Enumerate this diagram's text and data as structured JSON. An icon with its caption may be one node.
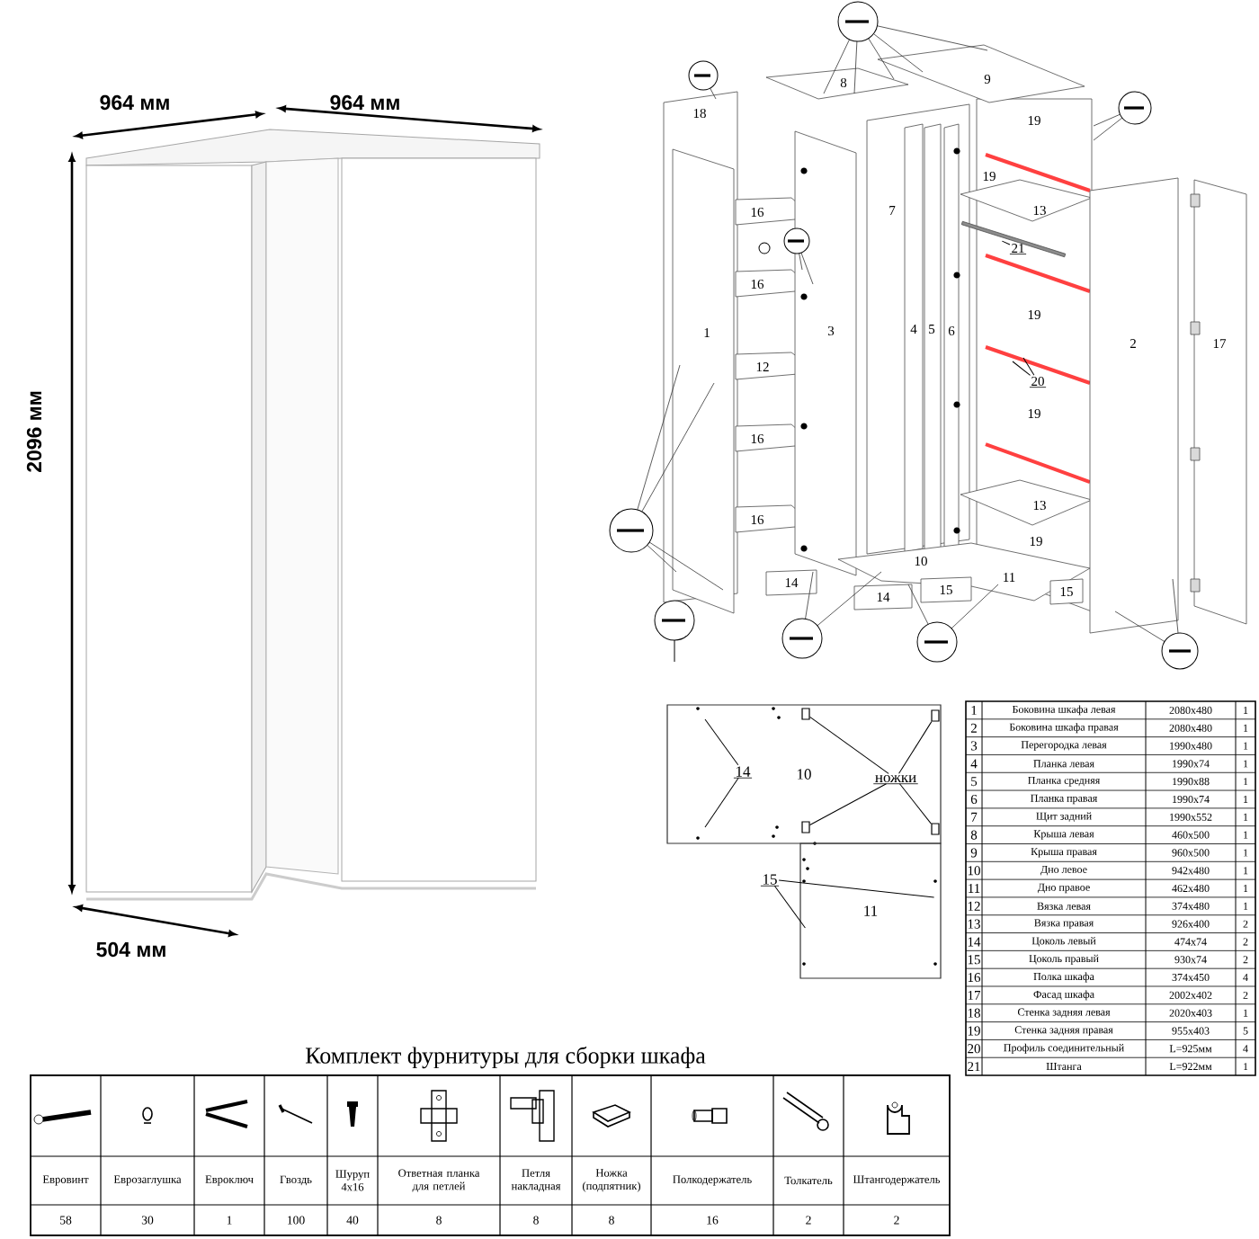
{
  "diagram": {
    "nodes": [
      {
        "text": [
          "21"
        ]
      },
      {
        "text": [
          "20"
        ]
      },
      {
        "text": [
          "10"
        ]
      },
      {
        "text": [
          "14"
        ],
        "in": 2
      },
      {
        "text": [
          "ножки"
        ],
        "in": 2
      },
      {
        "text": [],
        "shape": "box",
        "in": 2
      },
      {
        "text": [],
        "shape": "box",
        "in": 2
      },
      {
        "text": [],
        "shape": "box",
        "in": 2
      },
      {
        "text": [],
        "shape": "box",
        "in": 2
      },
      {
        "text": [
          "11"
        ]
      },
      {
        "text": [
          "15"
        ]
      },
      {
        "text": [],
        "shape": "bar"
      }
    ],
    "edges": [
      {
        "from": 0,
        "to": 11,
        "arrow": "none"
      },
      {
        "from": 1,
        "to": null,
        "arrow": "none"
      },
      {
        "from": 1,
        "to": null,
        "arrow": "none"
      },
      {
        "from": 3,
        "to": null,
        "arrow": "none"
      },
      {
        "from": 3,
        "to": null,
        "arrow": "none"
      },
      {
        "from": 4,
        "to": 5,
        "arrow": "none"
      },
      {
        "from": 4,
        "to": 6,
        "arrow": "none"
      },
      {
        "from": 4,
        "to": 7,
        "arrow": "none"
      },
      {
        "from": 4,
        "to": 8,
        "arrow": "none"
      },
      {
        "from": 10,
        "to": 9,
        "arrow": "none"
      },
      {
        "from": 10,
        "to": 9,
        "arrow": "none"
      }
    ],
    "labels": [
      "964 мм",
      "964 мм",
      "2096 мм",
      "504 мм",
      "8",
      "9",
      "18",
      "19",
      "7",
      "19",
      "16",
      "13",
      "16",
      "1",
      "3",
      "4",
      "5",
      "6",
      "19",
      "2",
      "17",
      "12",
      "19",
      "16",
      "13",
      "16",
      "19",
      "10",
      "11",
      "14",
      "15",
      "14",
      "15",
      "1",
      "Боковина шкафа левая",
      "2080x480",
      "1",
      "2",
      "Боковина шкафа правая",
      "2080x480",
      "1",
      "3",
      "Перегородка левая",
      "1990x480",
      "1",
      "4",
      "Планка левая",
      "1990x74",
      "1",
      "5",
      "Планка средняя",
      "1990x88",
      "1",
      "6",
      "Планка правая",
      "1990x74",
      "1",
      "7",
      "Щит задний",
      "1990x552",
      "1",
      "8",
      "Крыша левая",
      "460x500",
      "1",
      "9",
      "Крыша правая",
      "960x500",
      "1",
      "10",
      "Дно левое",
      "942x480",
      "1",
      "11",
      "Дно правое",
      "462x480",
      "1",
      "12",
      "Вязка левая",
      "374x480",
      "1",
      "13",
      "Вязка правая",
      "926x400",
      "2",
      "14",
      "Цоколь левый",
      "474x74",
      "2",
      "15",
      "Цоколь правый",
      "930x74",
      "2",
      "16",
      "Полка шкафа",
      "374x450",
      "4",
      "17",
      "Фасад шкафа",
      "2002x402",
      "2",
      "18",
      "Стенка задняя левая",
      "2020x403",
      "1",
      "19",
      "Стенка задняя правая",
      "955x403",
      "5",
      "20",
      "Профиль соединительный",
      "L=925мм",
      "4",
      "21",
      "Штанга",
      "L=922мм",
      "1",
      "Комплект фурнитуры для сборки шкафа",
      "Евровинт",
      "Еврозаглушка",
      "Евроключ",
      "Гвоздь",
      "Шуруп 4x16",
      "Ответная планка для петлей",
      "Петля накладная",
      "Ножка (подпятник)",
      "Полкодержатель",
      "Толкатель",
      "Штангодержатель",
      "58",
      "30",
      "1",
      "100",
      "40",
      "8",
      "8",
      "8",
      "16",
      "2",
      "2"
    ]
  }
}
